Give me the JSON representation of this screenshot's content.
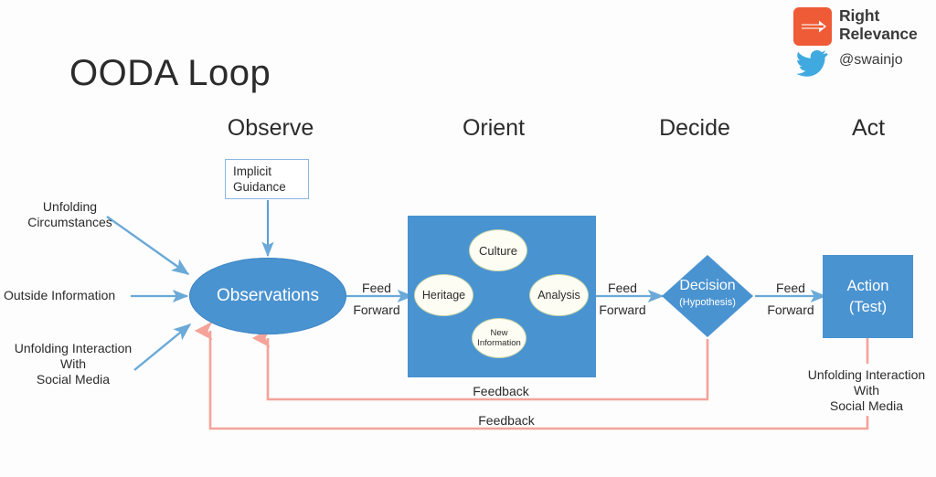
{
  "brand": {
    "logo_icon": "right-relevance-arrow-logo",
    "name_line1": "Right",
    "name_line2": "Relevance",
    "twitter_icon": "twitter-bird-icon",
    "handle": "@swainjo",
    "logo_color": "#ef5b36",
    "twitter_color": "#3fa9e0"
  },
  "title": "OODA Loop",
  "phases": [
    {
      "label": "Observe"
    },
    {
      "label": "Orient"
    },
    {
      "label": "Decide"
    },
    {
      "label": "Act"
    }
  ],
  "nodes": {
    "implicit_guidance": {
      "line1": "Implicit",
      "line2": "Guidance"
    },
    "observations": {
      "label": "Observations"
    },
    "orient": {
      "ovals": [
        {
          "label": "Culture"
        },
        {
          "label": "Heritage"
        },
        {
          "label": "Analysis"
        },
        {
          "line1": "New",
          "line2": "Information"
        }
      ]
    },
    "decision": {
      "line1": "Decision",
      "line2": "(Hypothesis)"
    },
    "action": {
      "line1": "Action",
      "line2": "(Test)"
    }
  },
  "inputs": [
    {
      "line1": "Unfolding",
      "line2": "Circumstances"
    },
    {
      "line1": "Outside Information"
    },
    {
      "line1": "Unfolding Interaction",
      "line2": "With",
      "line3": "Social Media"
    }
  ],
  "outputs": [
    {
      "line1": "Unfolding Interaction",
      "line2": "With",
      "line3": "Social Media"
    }
  ],
  "flows": {
    "feed_forward": [
      {
        "line1": "Feed",
        "line2": "Forward"
      },
      {
        "line1": "Feed",
        "line2": "Forward"
      },
      {
        "line1": "Feed",
        "line2": "Forward"
      }
    ],
    "feedback": [
      {
        "label": "Feedback"
      },
      {
        "label": "Feedback"
      }
    ]
  },
  "colors": {
    "primary_blue": "#4a93d1",
    "arrow_blue": "#6aa9d8",
    "feedback_pink": "#f4a39a",
    "oval_fill": "#fdfdf4",
    "connector_navy": "#2f5777",
    "background": "#fdfdfd"
  }
}
